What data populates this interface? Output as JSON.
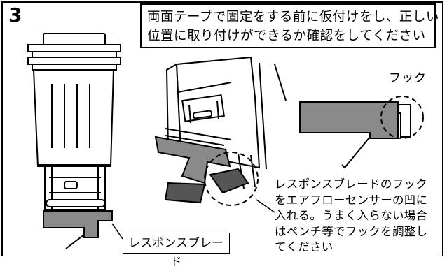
{
  "step": {
    "number": "3",
    "instruction_lines": [
      "両面テープで固定をする前に仮付けをし、正しい",
      "位置に取り付けができるか確認をしてください"
    ]
  },
  "labels": {
    "hook": "フック",
    "response_blade": "レスポンスブレード"
  },
  "note_lines": [
    "レスポンスブレードのフック",
    "をエアフローセンサーの凹に",
    "入れる。うまく入らない場合",
    "はペンチ等でフックを調整し",
    "てください"
  ],
  "colors": {
    "blade_gray": "#8a8a8a",
    "line": "#000000"
  }
}
